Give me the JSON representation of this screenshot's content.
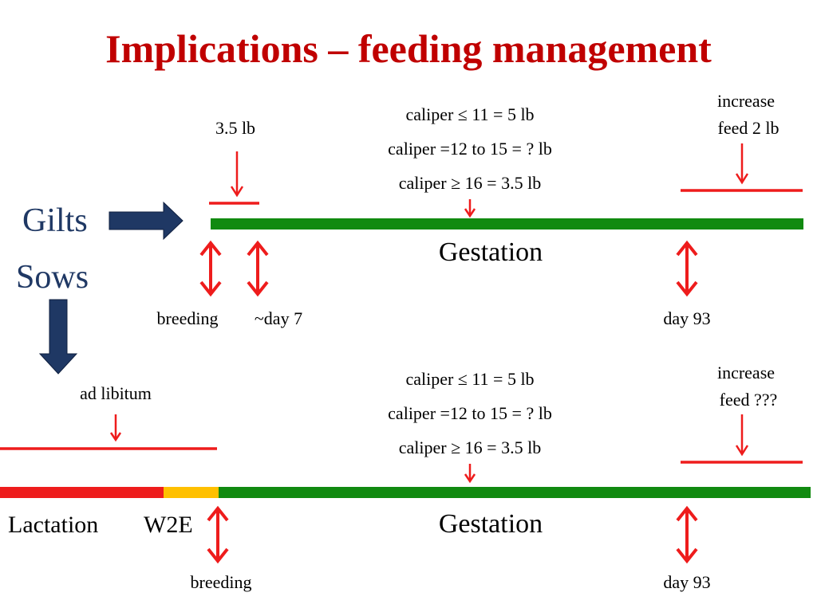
{
  "title": "Implications – feeding management",
  "colors": {
    "title": "#c00000",
    "accent_red": "#ee1c1c",
    "green": "#118a10",
    "yellow": "#ffc000",
    "navy": "#1f3864",
    "text": "#000000"
  },
  "gilts": {
    "label": "Gilts",
    "feed_start": "3.5 lb",
    "caliper_rules": [
      "caliper ≤ 11 = 5 lb",
      "caliper =12 to 15 = ? lb",
      "caliper ≥ 16 = 3.5 lb"
    ],
    "increase_line1": "increase",
    "increase_line2": "feed 2 lb",
    "phase": "Gestation",
    "events": [
      "breeding",
      "~day 7",
      "day 93"
    ]
  },
  "sows": {
    "label": "Sows",
    "feed_start": "ad libitum",
    "caliper_rules": [
      "caliper ≤ 11 = 5 lb",
      "caliper =12 to 15 = ? lb",
      "caliper ≥ 16 = 3.5 lb"
    ],
    "increase_line1": "increase",
    "increase_line2": "feed ???",
    "phases": [
      "Lactation",
      "W2E",
      "Gestation"
    ],
    "events": [
      "breeding",
      "day 93"
    ]
  }
}
